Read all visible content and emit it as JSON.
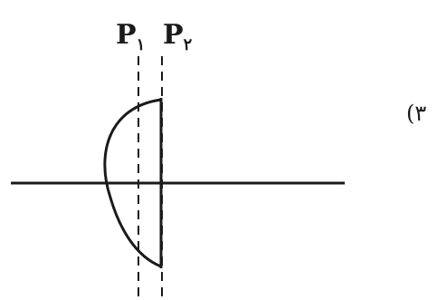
{
  "labels": {
    "plane_1": {
      "letter": "P",
      "subscript": "۱"
    },
    "plane_2": {
      "letter": "P",
      "subscript": "۲"
    },
    "item_number": "(۳"
  },
  "colors": {
    "ink": "#1a1a1a",
    "background": "#ffffff"
  }
}
